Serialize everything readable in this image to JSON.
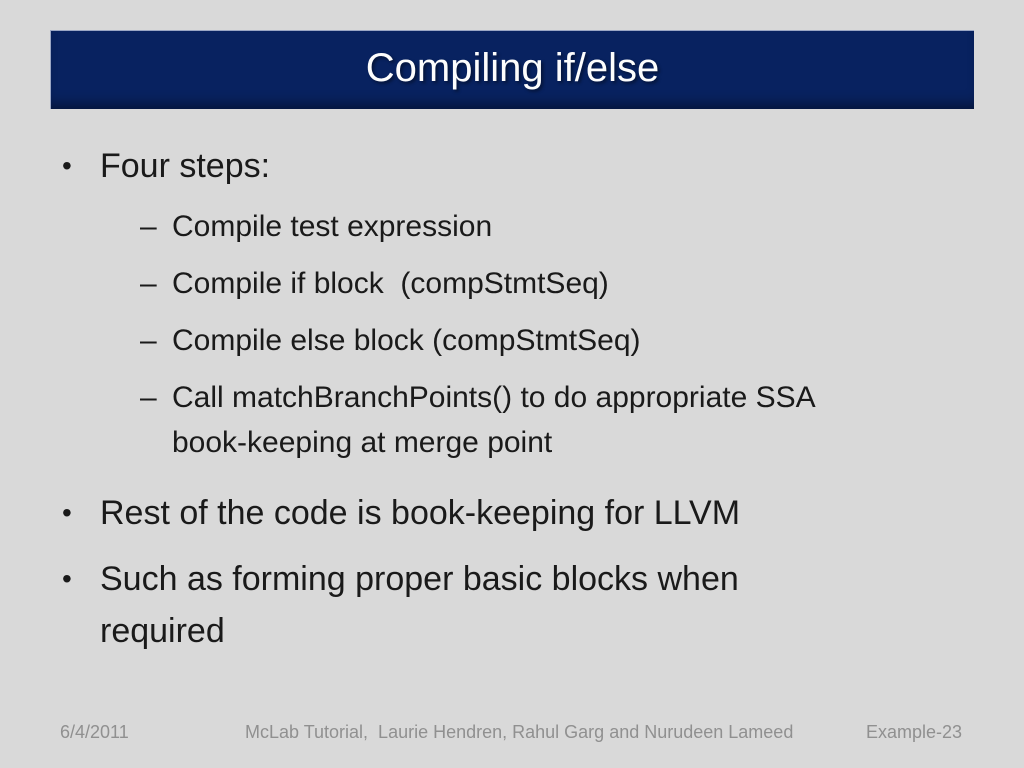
{
  "slide": {
    "title": "Compiling if/else",
    "bullets": [
      {
        "level": 1,
        "marker": "•",
        "lines": [
          "Four steps:"
        ]
      },
      {
        "level": 2,
        "marker": "–",
        "lines": [
          "Compile test expression"
        ]
      },
      {
        "level": 2,
        "marker": "–",
        "lines": [
          "Compile if block  (compStmtSeq)"
        ]
      },
      {
        "level": 2,
        "marker": "–",
        "lines": [
          "Compile else block (compStmtSeq)"
        ]
      },
      {
        "level": 2,
        "marker": "–",
        "lines": [
          "Call matchBranchPoints() to do appropriate SSA",
          "book-keeping at merge point"
        ]
      },
      {
        "level": 1,
        "marker": "•",
        "lines": [
          "Rest of the code is book-keeping for LLVM"
        ]
      },
      {
        "level": 1,
        "marker": "•",
        "lines": [
          "Such as forming proper basic blocks when",
          "required"
        ]
      }
    ],
    "footer": {
      "date": "6/4/2011",
      "credits": "McLab Tutorial,  Laurie Hendren, Rahul Garg and Nurudeen Lameed",
      "page_label": "Example-23"
    },
    "colors": {
      "background": "#d9d9d9",
      "banner": "#082260",
      "title_text": "#fdfdfd",
      "body_text": "#1a1a1a",
      "footer_text": "#909090"
    }
  }
}
